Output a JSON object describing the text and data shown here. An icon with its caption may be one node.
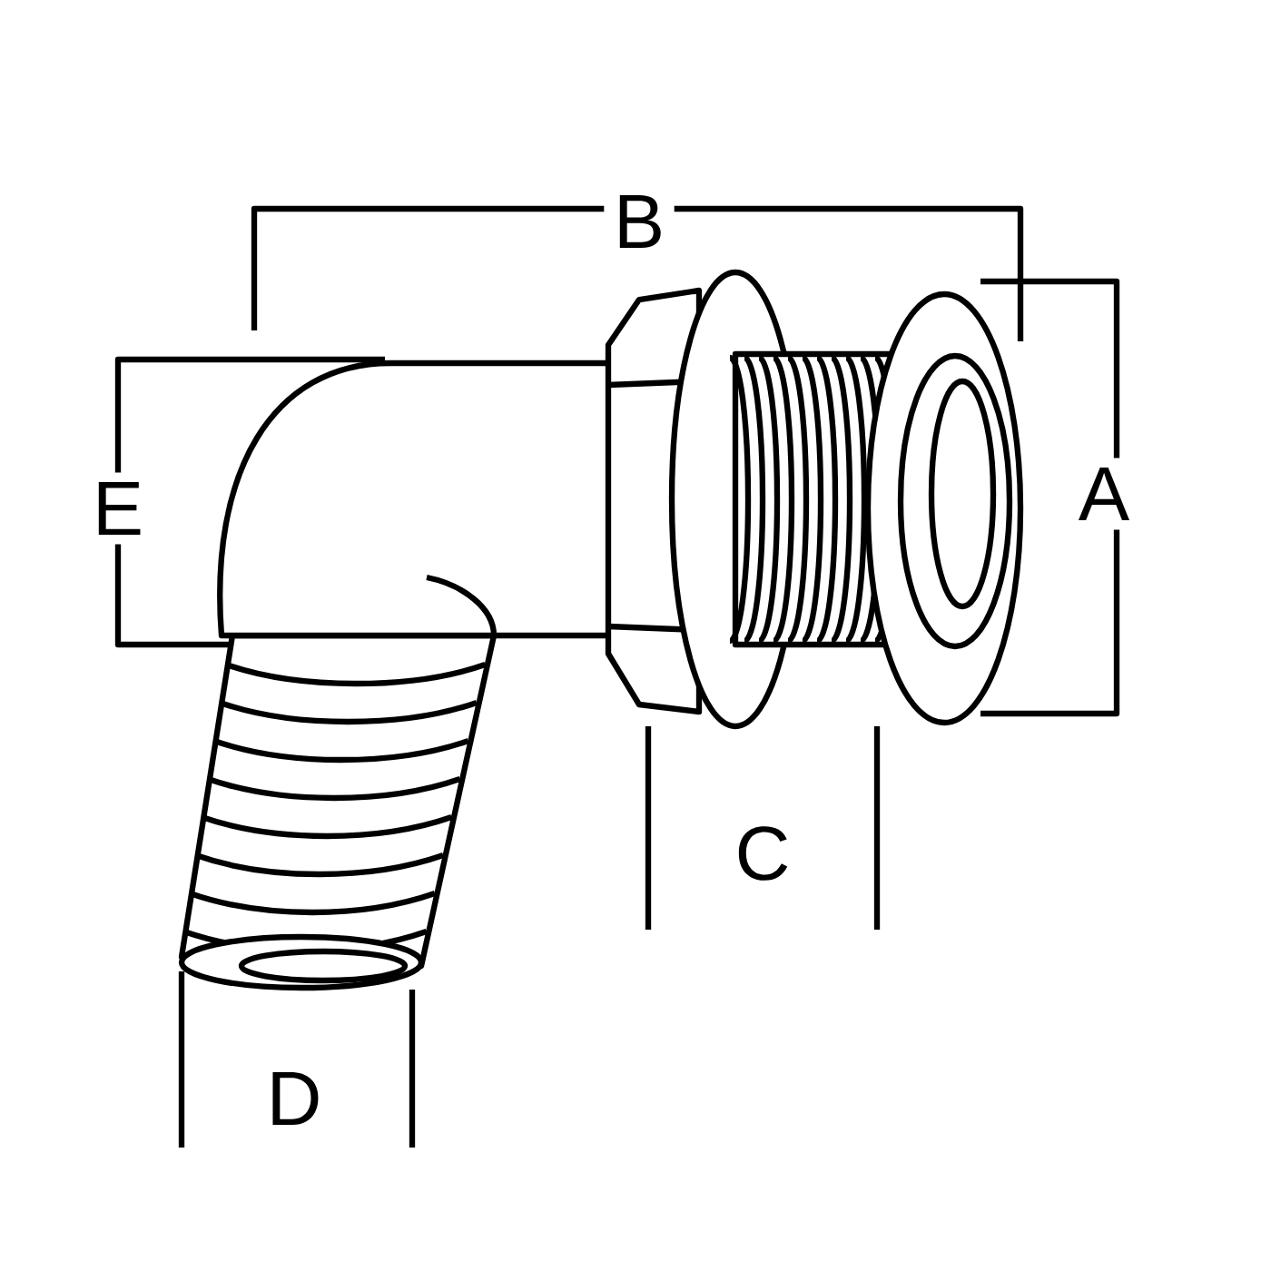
{
  "diagram": {
    "labels": [
      "B",
      "E",
      "A",
      "C",
      "D"
    ]
  }
}
